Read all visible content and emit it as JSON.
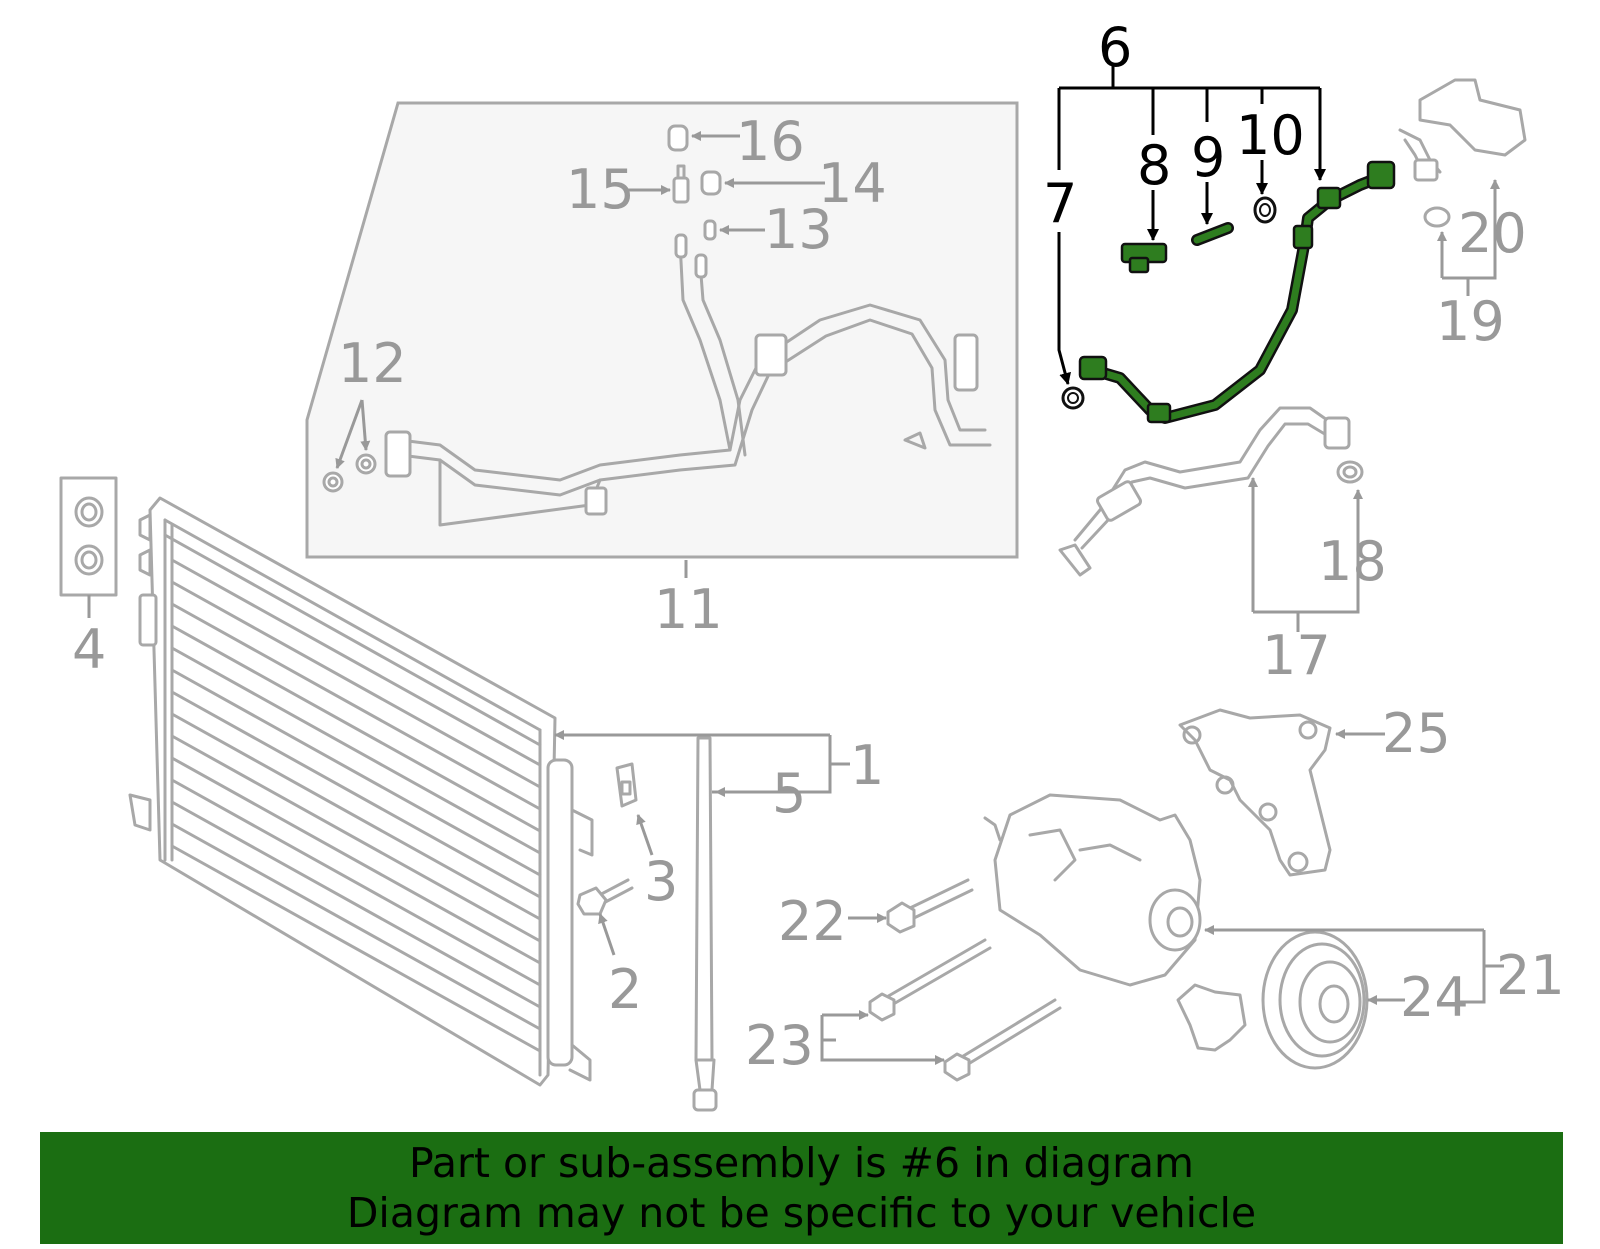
{
  "callouts": {
    "c1": "1",
    "c2": "2",
    "c3": "3",
    "c4": "4",
    "c5": "5",
    "c6": "6",
    "c7": "7",
    "c8": "8",
    "c9": "9",
    "c10": "10",
    "c11": "11",
    "c12": "12",
    "c13": "13",
    "c14": "14",
    "c15": "15",
    "c16": "16",
    "c17": "17",
    "c18": "18",
    "c19": "19",
    "c20": "20",
    "c21": "21",
    "c22": "22",
    "c23": "23",
    "c24": "24",
    "c25": "25"
  },
  "highlighted_part": "6",
  "colors": {
    "highlight": "#2e7d1f",
    "banner": "#1b6e12",
    "part_line": "#a8a8a8",
    "label": "#999999"
  },
  "banner": {
    "line1": "Part or sub-assembly is #6 in diagram",
    "line2": "Diagram may not be specific to your vehicle"
  }
}
